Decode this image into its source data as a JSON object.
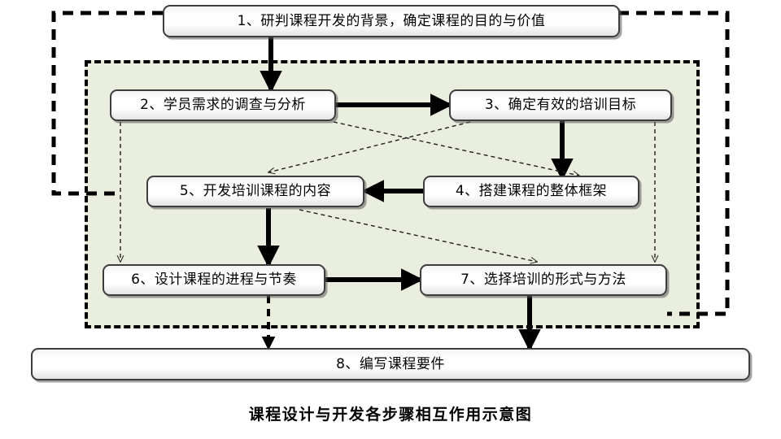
{
  "diagram": {
    "title": "课程设计与开发各步骤相互作用示意图",
    "background_color": "#ffffff",
    "shaded_region_color": "#eaeede",
    "node_border_color": "#3d3d3d",
    "connector_color": "#000000",
    "nodes": [
      {
        "id": "n1",
        "label": "1、研判课程开发的背景，确定课程的目的与价值"
      },
      {
        "id": "n2",
        "label": "2、学员需求的调查与分析"
      },
      {
        "id": "n3",
        "label": "3、确定有效的培训目标"
      },
      {
        "id": "n4",
        "label": "4、搭建课程的整体框架"
      },
      {
        "id": "n5",
        "label": "5、开发培训课程的内容"
      },
      {
        "id": "n6",
        "label": "6、设计课程的进程与节奏"
      },
      {
        "id": "n7",
        "label": "7、选择培训的形式与方法"
      },
      {
        "id": "n8",
        "label": "8、编写课程要件"
      }
    ],
    "connectors": [
      {
        "from": "n1",
        "to": "n2",
        "style": "thick-solid"
      },
      {
        "from": "n2",
        "to": "n3",
        "style": "thick-solid"
      },
      {
        "from": "n3",
        "to": "n4",
        "style": "thick-solid"
      },
      {
        "from": "n4",
        "to": "n5",
        "style": "thick-solid"
      },
      {
        "from": "n5",
        "to": "n6",
        "style": "thick-solid"
      },
      {
        "from": "n6",
        "to": "n7",
        "style": "thick-solid"
      },
      {
        "from": "n7",
        "to": "n8",
        "style": "thick-solid"
      },
      {
        "from": "n2",
        "to": "n6",
        "style": "thin-dashed"
      },
      {
        "from": "n2",
        "to": "n4",
        "style": "thin-dashed"
      },
      {
        "from": "n3",
        "to": "n5",
        "style": "thin-dashed"
      },
      {
        "from": "n3",
        "to": "n7",
        "style": "thin-dashed"
      },
      {
        "from": "n5",
        "to": "n7",
        "style": "thin-dashed"
      },
      {
        "from": "n6",
        "to": "n8",
        "style": "thin-dashed"
      },
      {
        "from": "n1",
        "to": "group",
        "style": "thick-dashed-loop"
      }
    ]
  }
}
